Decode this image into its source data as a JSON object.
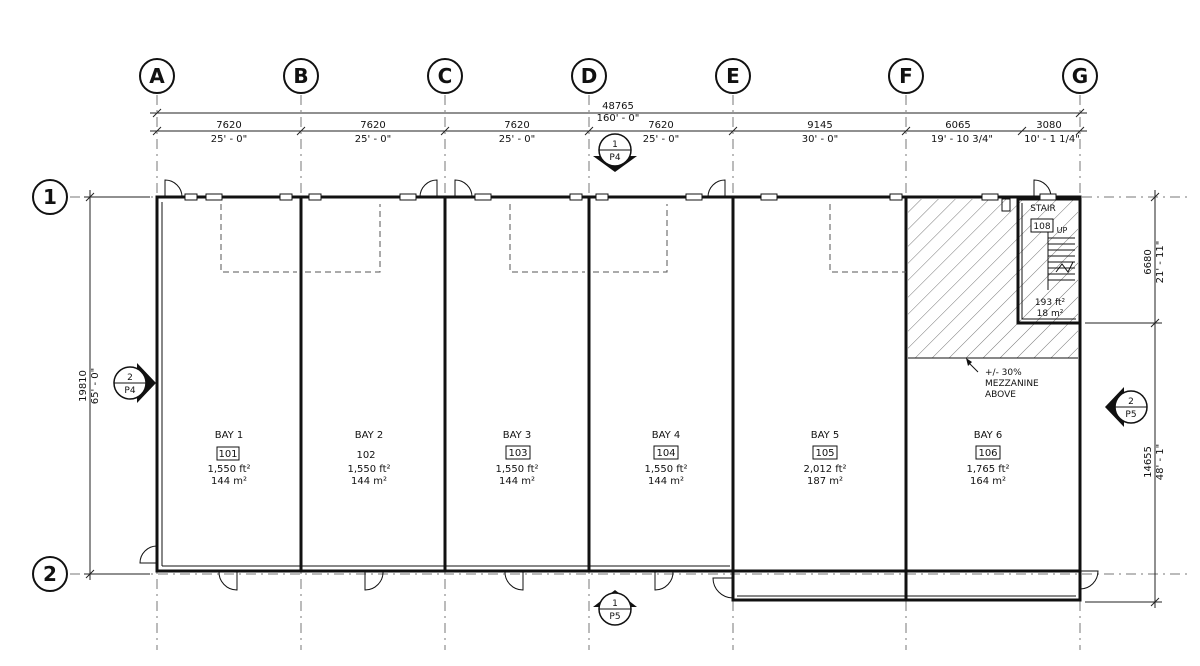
{
  "grid_columns": [
    "A",
    "B",
    "C",
    "D",
    "E",
    "F",
    "G"
  ],
  "grid_rows": [
    "1",
    "2"
  ],
  "overall_dim": {
    "mm": "48765",
    "imperial": "160' - 0\""
  },
  "column_dims": [
    {
      "mm": "7620",
      "imperial": "25' - 0\""
    },
    {
      "mm": "7620",
      "imperial": "25' - 0\""
    },
    {
      "mm": "7620",
      "imperial": "25' - 0\""
    },
    {
      "mm": "7620",
      "imperial": "25' - 0\""
    },
    {
      "mm": "9145",
      "imperial": "30' - 0\""
    },
    {
      "mm": "6065",
      "imperial": "19' - 10 3/4\""
    },
    {
      "mm": "3080",
      "imperial": "10' - 1 1/4\""
    }
  ],
  "left_dim": {
    "mm": "19810",
    "imperial": "65' - 0\""
  },
  "right_dims": [
    {
      "mm": "6680",
      "imperial": "21' - 11\""
    },
    {
      "mm": "14655",
      "imperial": "48' - 1\""
    }
  ],
  "section_markers": {
    "top": {
      "num": "1",
      "sheet": "P4"
    },
    "left": {
      "num": "2",
      "sheet": "P4"
    },
    "right": {
      "num": "2",
      "sheet": "P5"
    },
    "bottom": {
      "num": "1",
      "sheet": "P5"
    }
  },
  "rooms": [
    {
      "name": "BAY 1",
      "number": "101",
      "area_ft": "1,550 ft²",
      "area_m": "144 m²"
    },
    {
      "name": "BAY 2",
      "number": "102",
      "area_ft": "1,550 ft²",
      "area_m": "144 m²"
    },
    {
      "name": "BAY 3",
      "number": "103",
      "area_ft": "1,550 ft²",
      "area_m": "144 m²"
    },
    {
      "name": "BAY 4",
      "number": "104",
      "area_ft": "1,550 ft²",
      "area_m": "144 m²"
    },
    {
      "name": "BAY 5",
      "number": "105",
      "area_ft": "2,012 ft²",
      "area_m": "187 m²"
    },
    {
      "name": "BAY 6",
      "number": "106",
      "area_ft": "1,765 ft²",
      "area_m": "164 m²"
    }
  ],
  "stair": {
    "name": "STAIR",
    "number": "108",
    "up": "UP",
    "area_ft": "193 ft²",
    "area_m": "18 m²"
  },
  "mezzanine_note": [
    "+/- 30%",
    "MEZZANINE",
    "ABOVE"
  ]
}
